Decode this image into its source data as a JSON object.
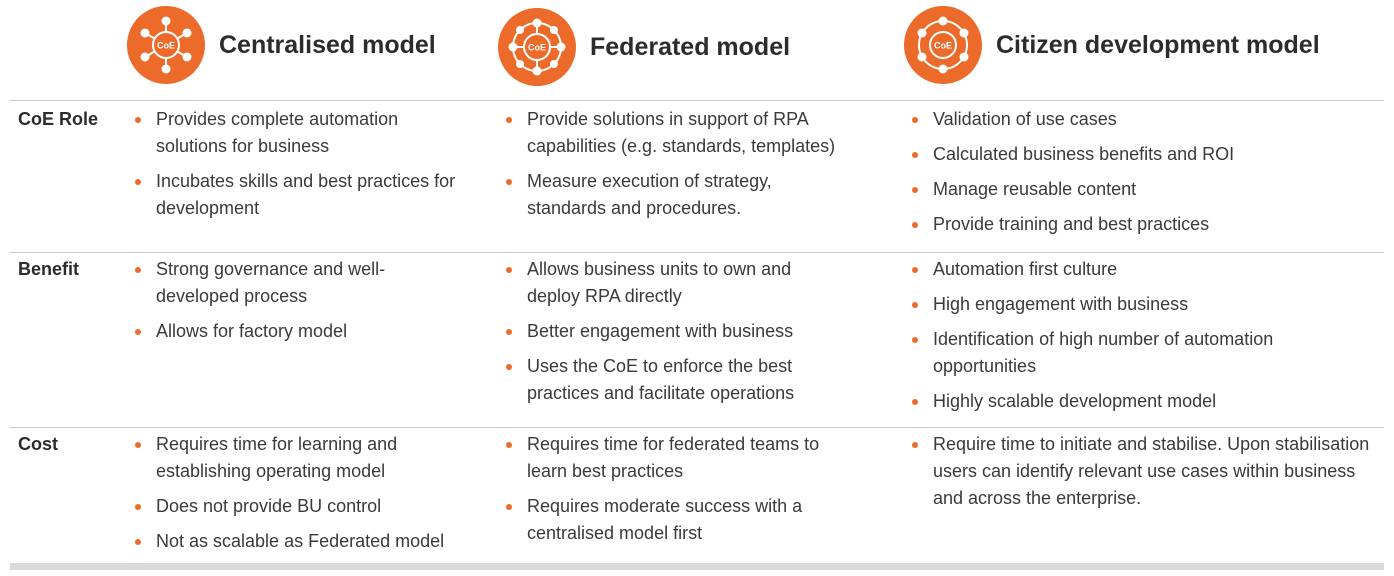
{
  "colors": {
    "accent": "#ec6a2a",
    "rule": "#c9c9c9",
    "text": "#3a3a3a"
  },
  "badge_text": "CoE",
  "models": [
    {
      "title": "Centralised model",
      "icon": "centralised-hub-icon"
    },
    {
      "title": "Federated model",
      "icon": "federated-hub-icon"
    },
    {
      "title": "Citizen development model",
      "icon": "citizen-hub-icon"
    }
  ],
  "rows": [
    {
      "label": "CoE Role",
      "cells": [
        [
          "Provides complete automation solutions for business",
          "Incubates skills and best practices for development"
        ],
        [
          "Provide solutions in support of RPA capabilities (e.g. standards, templates)",
          "Measure execution of strategy, standards and procedures."
        ],
        [
          "Validation of use cases",
          "Calculated business benefits and ROI",
          "Manage reusable content",
          "Provide training and best practices"
        ]
      ]
    },
    {
      "label": "Benefit",
      "cells": [
        [
          "Strong governance and well-developed process",
          "Allows for factory model"
        ],
        [
          "Allows business units to own and deploy RPA directly",
          "Better engagement with business",
          "Uses the CoE to enforce the best practices and facilitate operations"
        ],
        [
          "Automation first culture",
          "High engagement with business",
          "Identification of high number of automation opportunities",
          "Highly scalable development model"
        ]
      ]
    },
    {
      "label": "Cost",
      "cells": [
        [
          "Requires time for learning and establishing operating model",
          "Does not provide BU control",
          "Not as scalable as Federated model"
        ],
        [
          "Requires time for federated teams to learn best practices",
          "Requires moderate success with a centralised model first"
        ],
        [
          "Require time to initiate and stabilise. Upon stabilisation users can identify relevant use cases within business and across the enterprise."
        ]
      ]
    }
  ]
}
